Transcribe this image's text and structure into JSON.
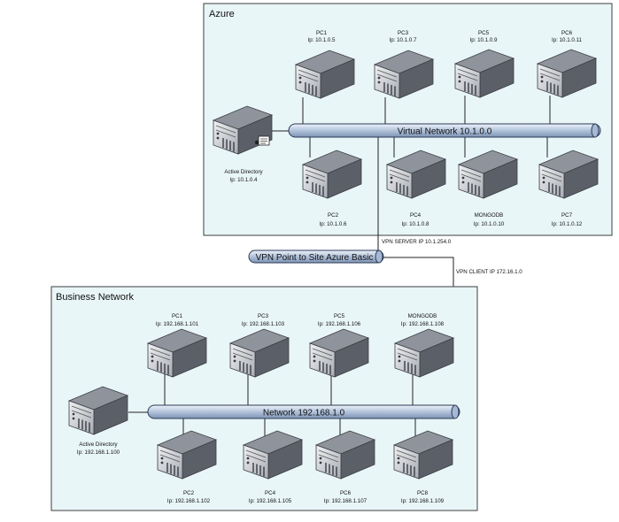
{
  "azure": {
    "title": "Azure",
    "network_label": "Virtual Network 10.1.0.0",
    "active_directory": {
      "name": "Active Directory",
      "ip": "Ip: 10.1.0.4"
    },
    "top_hosts": [
      {
        "name": "PC1",
        "ip": "Ip: 10.1.0.5"
      },
      {
        "name": "PC3",
        "ip": "Ip: 10.1.0.7"
      },
      {
        "name": "PC5",
        "ip": "Ip: 10.1.0.9"
      },
      {
        "name": "PC6",
        "ip": "Ip: 10.1.0.11"
      }
    ],
    "bottom_hosts": [
      {
        "name": "PC2",
        "ip": "Ip: 10.1.0.6"
      },
      {
        "name": "PC4",
        "ip": "Ip: 10.1.0.8"
      },
      {
        "name": "MONGODB",
        "ip": "Ip: 10.1.0.10"
      },
      {
        "name": "PC7",
        "ip": "Ip: 10.1.0.12"
      }
    ]
  },
  "vpn": {
    "label": "VPN Point to Site Azure Basic",
    "server_ip": "VPN SERVER IP 10.1.254.0",
    "client_ip": "VPN CLIENT IP 172.16.1.0"
  },
  "business": {
    "title": "Business Network",
    "network_label": "Network 192.168.1.0",
    "active_directory": {
      "name": "Active Directory",
      "ip": "Ip: 192.168.1.100"
    },
    "top_hosts": [
      {
        "name": "PC1",
        "ip": "Ip: 192.168.1.101"
      },
      {
        "name": "PC3",
        "ip": "Ip: 192.168.1.103"
      },
      {
        "name": "PC5",
        "ip": "Ip: 192.168.1.106"
      },
      {
        "name": "MONGODB",
        "ip": "Ip: 192.168.1.108"
      }
    ],
    "bottom_hosts": [
      {
        "name": "PC2",
        "ip": "Ip: 192.168.1.102"
      },
      {
        "name": "PC4",
        "ip": "Ip: 192.168.1.105"
      },
      {
        "name": "PC6",
        "ip": "Ip: 192.168.1.107"
      },
      {
        "name": "PC8",
        "ip": "Ip: 192.168.1.109"
      }
    ]
  },
  "colors": {
    "panel_fill": "#e9f6f8",
    "panel_border": "#3f3f3f",
    "bus_fill": "#c9d7ea",
    "bus_stroke": "#2b3a55",
    "server_front": "#cfd2d8",
    "server_top": "#8e939c",
    "server_side": "#5d626b"
  }
}
